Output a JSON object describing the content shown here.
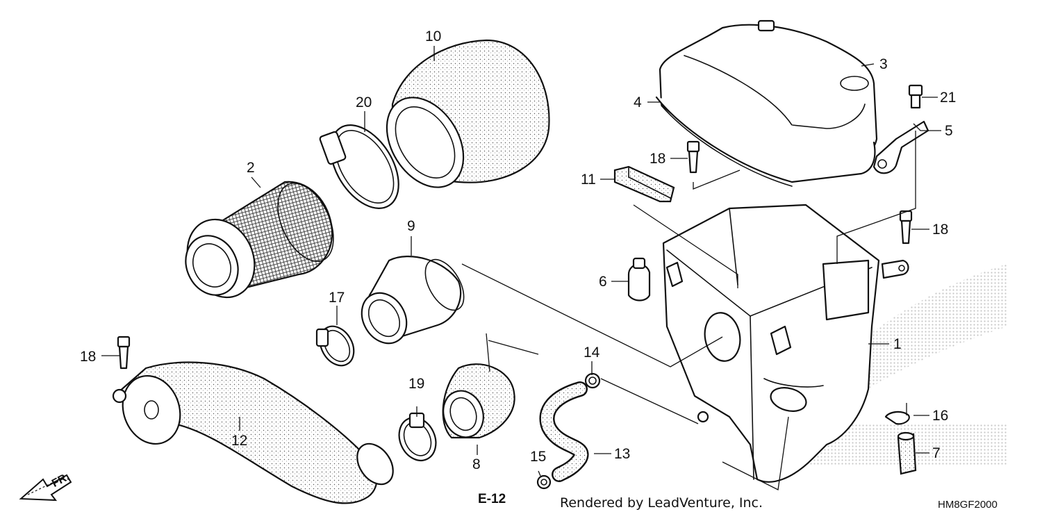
{
  "callouts": {
    "c1": "1",
    "c2": "2",
    "c3": "3",
    "c4": "4",
    "c5": "5",
    "c6": "6",
    "c7": "7",
    "c8": "8",
    "c9": "9",
    "c10": "10",
    "c11": "11",
    "c12": "12",
    "c13": "13",
    "c14": "14",
    "c15": "15",
    "c16": "16",
    "c17": "17",
    "c18a": "18",
    "c18b": "18",
    "c18c": "18",
    "c19": "19",
    "c20": "20",
    "c21": "21"
  },
  "direction_label": "FR.",
  "reference": "E-12",
  "credit": "Rendered by LeadVenture, Inc.",
  "diagram_code": "HM8GF2000"
}
